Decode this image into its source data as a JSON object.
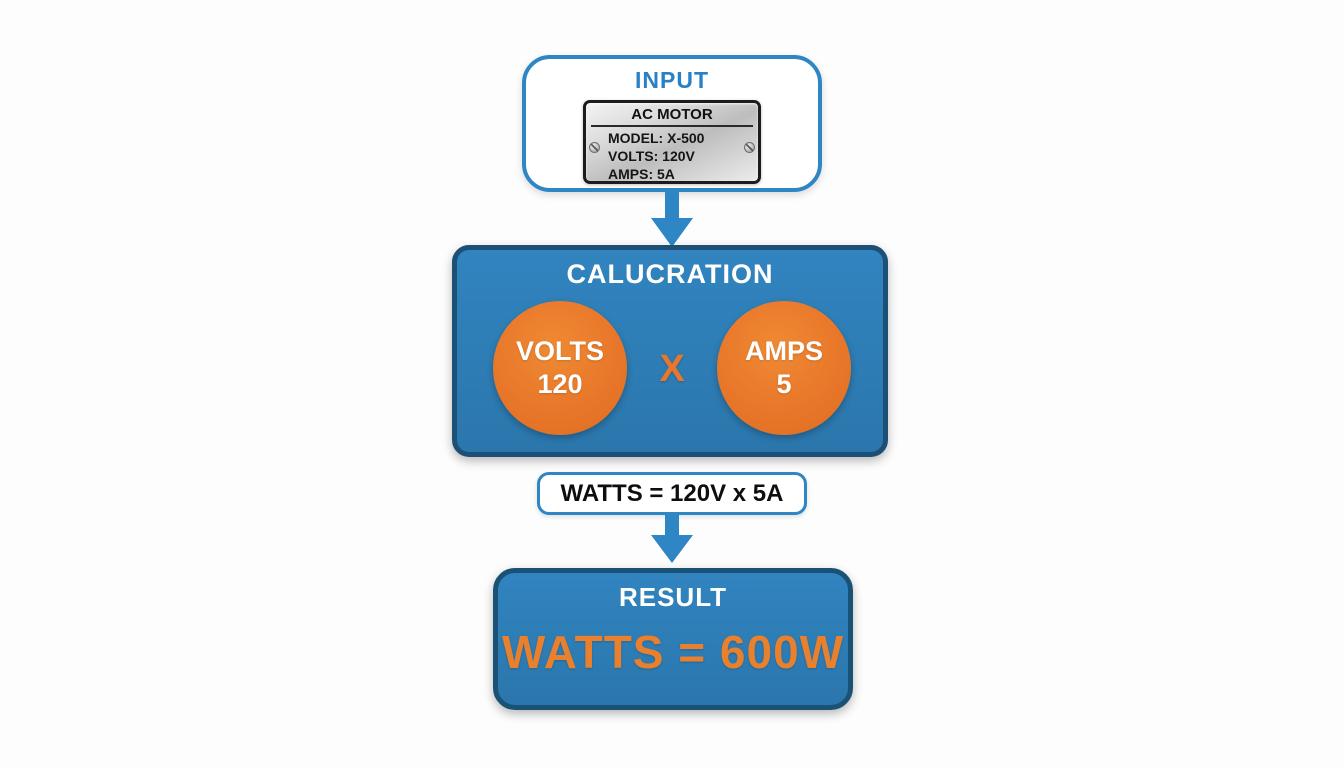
{
  "colors": {
    "accent_blue": "#2e86c5",
    "panel_blue": "#2d7cb4",
    "panel_border": "#1a5276",
    "orange": "#e8772a",
    "orange_text": "#e8802d"
  },
  "input": {
    "title": "INPUT",
    "nameplate": {
      "heading": "AC MOTOR",
      "lines": [
        "MODEL: X-500",
        "VOLTS: 120V",
        "AMPS: 5A"
      ]
    }
  },
  "calculation": {
    "title": "CALUCRATION",
    "left_circle": {
      "label": "VOLTS",
      "value": "120"
    },
    "operator": "X",
    "right_circle": {
      "label": "AMPS",
      "value": "5"
    }
  },
  "formula": {
    "text": "WATTS = 120V x 5A"
  },
  "result": {
    "title": "RESULT",
    "value": "WATTS = 600W"
  }
}
